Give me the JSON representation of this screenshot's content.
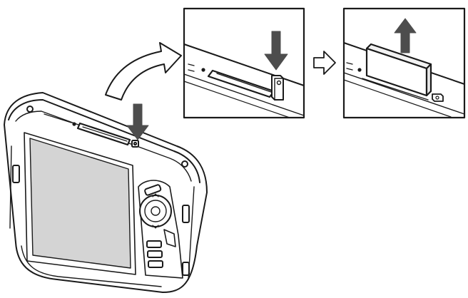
{
  "figure": {
    "kind": "instruction-illustration",
    "subject": "memory-card-eject",
    "steps": [
      {
        "id": 1,
        "action": "push-eject-button"
      },
      {
        "id": 2,
        "action": "card-pops-up"
      }
    ],
    "icons": {
      "curve_arrow": "curved-arrow-icon",
      "flow_arrow": "hollow-right-arrow-icon",
      "push_arrow": "push-down-arrow-icon",
      "up_arrow": "pull-up-arrow-icon"
    },
    "colors": {
      "line": "#1a1a1a",
      "arrow": "#4d4d4d",
      "screen": "#d4d4d4",
      "card": "#f2f2f2",
      "paper": "#ffffff"
    }
  }
}
